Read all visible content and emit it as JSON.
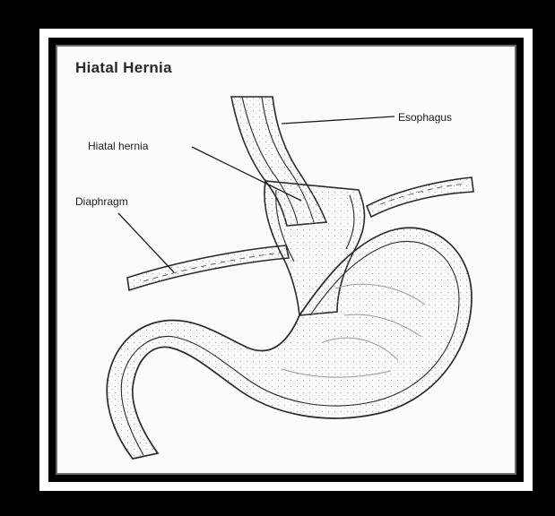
{
  "figure": {
    "title": "Hiatal Hernia",
    "labels": {
      "esophagus": "Esophagus",
      "hiatal_hernia": "Hiatal hernia",
      "diaphragm": "Diaphragm"
    }
  },
  "colors": {
    "outer_frame": "#000000",
    "frame_white_band": "#ffffff",
    "panel_background": "#fbfbfb",
    "line_art": "#2a2a2a",
    "stomach_lining_stipple": "#9a9a9a"
  }
}
